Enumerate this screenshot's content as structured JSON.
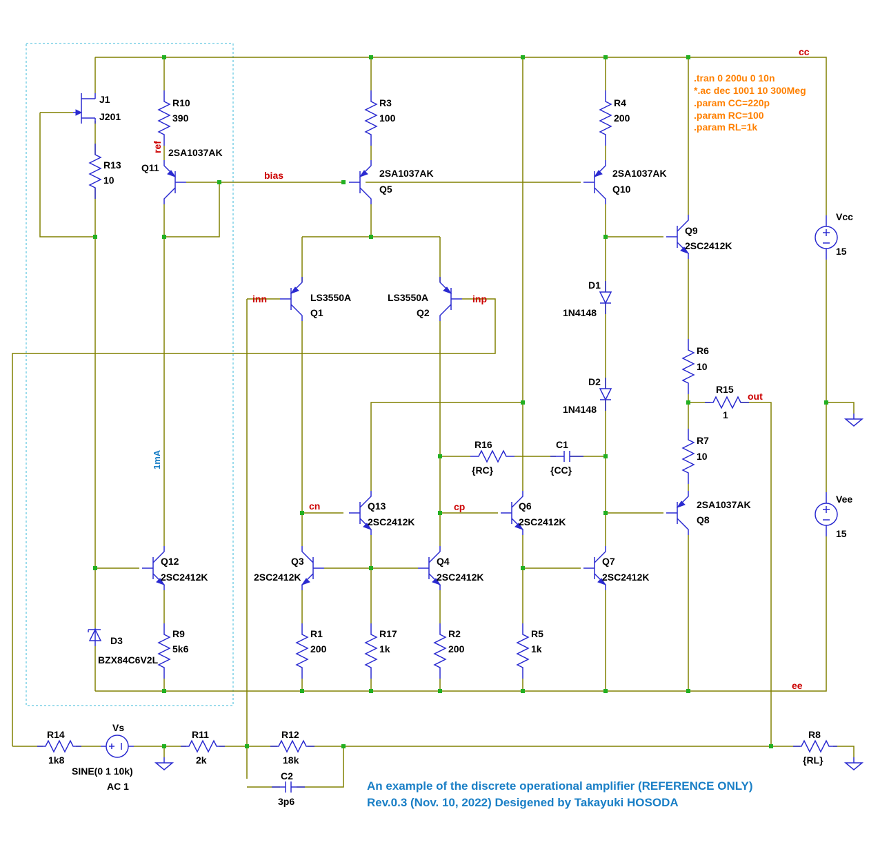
{
  "nets": {
    "cc": "cc",
    "ee": "ee",
    "bias": "bias",
    "ref": "ref",
    "inn": "inn",
    "inp": "inp",
    "cn": "cn",
    "cp": "cp",
    "out": "out"
  },
  "parts": {
    "J1": {
      "name": "J1",
      "value": "J201"
    },
    "R10": {
      "name": "R10",
      "value": "390"
    },
    "R13": {
      "name": "R13",
      "value": "10"
    },
    "Q11": {
      "name": "Q11",
      "value": "2SA1037AK"
    },
    "Q12": {
      "name": "Q12",
      "value": "2SC2412K"
    },
    "D3": {
      "name": "D3",
      "value": "BZX84C6V2L"
    },
    "R9": {
      "name": "R9",
      "value": "5k6"
    },
    "R3": {
      "name": "R3",
      "value": "100"
    },
    "Q5": {
      "name": "Q5",
      "value": "2SA1037AK"
    },
    "R4": {
      "name": "R4",
      "value": "200"
    },
    "Q10": {
      "name": "Q10",
      "value": "2SA1037AK"
    },
    "Q9": {
      "name": "Q9",
      "value": "2SC2412K"
    },
    "Q1": {
      "name": "Q1",
      "value": "LS3550A"
    },
    "Q2": {
      "name": "Q2",
      "value": "LS3550A"
    },
    "D1": {
      "name": "D1",
      "value": "1N4148"
    },
    "D2": {
      "name": "D2",
      "value": "1N4148"
    },
    "R6": {
      "name": "R6",
      "value": "10"
    },
    "R15": {
      "name": "R15",
      "value": "1"
    },
    "R7": {
      "name": "R7",
      "value": "10"
    },
    "R16": {
      "name": "R16",
      "value": "{RC}"
    },
    "C1": {
      "name": "C1",
      "value": "{CC}"
    },
    "Q13": {
      "name": "Q13",
      "value": "2SC2412K"
    },
    "Q6": {
      "name": "Q6",
      "value": "2SC2412K"
    },
    "Q8": {
      "name": "Q8",
      "value": "2SA1037AK"
    },
    "Q3": {
      "name": "Q3",
      "value": "2SC2412K"
    },
    "Q4": {
      "name": "Q4",
      "value": "2SC2412K"
    },
    "Q7": {
      "name": "Q7",
      "value": "2SC2412K"
    },
    "R1": {
      "name": "R1",
      "value": "200"
    },
    "R17": {
      "name": "R17",
      "value": "1k"
    },
    "R2": {
      "name": "R2",
      "value": "200"
    },
    "R5": {
      "name": "R5",
      "value": "1k"
    },
    "Vcc": {
      "name": "Vcc",
      "value": "15"
    },
    "Vee": {
      "name": "Vee",
      "value": "15"
    },
    "R14": {
      "name": "R14",
      "value": "1k8"
    },
    "Vs": {
      "name": "Vs",
      "value": "SINE(0 1 10k)",
      "value2": "AC 1"
    },
    "R11": {
      "name": "R11",
      "value": "2k"
    },
    "R12": {
      "name": "R12",
      "value": "18k"
    },
    "R8": {
      "name": "R8",
      "value": "{RL}"
    },
    "C2": {
      "name": "C2",
      "value": "3p6"
    }
  },
  "current_label": "1mA",
  "directives": [
    ".tran 0 200u 0 10n",
    "*.ac dec 1001 10 300Meg",
    ".param CC=220p",
    ".param RC=100",
    ".param RL=1k"
  ],
  "comment": {
    "line1": "An example of the discrete operational amplifier (REFERENCE ONLY)",
    "line2": "Rev.0.3 (Nov. 10, 2022) Desigened by Takayuki HOSODA"
  },
  "colors": {
    "wire": "#808000",
    "component": "#2a2ad0",
    "junction": "#22b022",
    "net_label": "#cc0000",
    "directive": "#ff8000",
    "comment": "#1a7fc6",
    "box": "#3ab8d8"
  }
}
